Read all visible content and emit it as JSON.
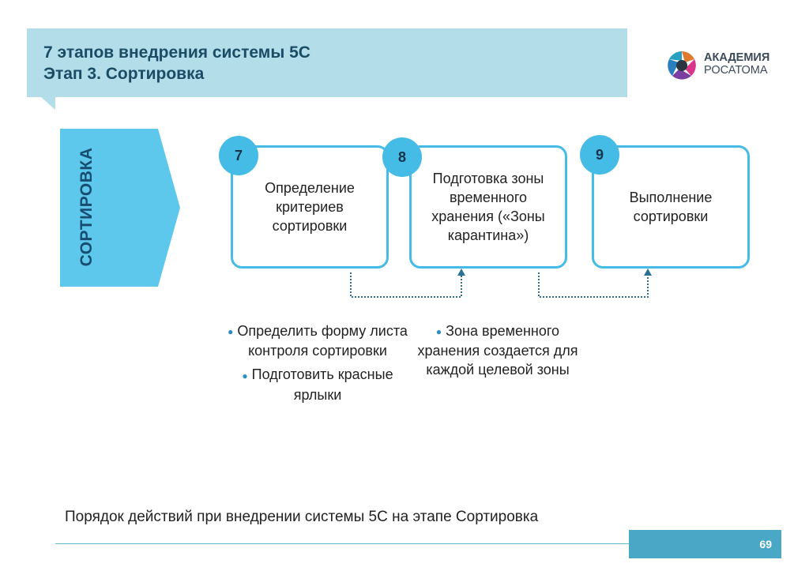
{
  "header": {
    "title_line1": "7 этапов внедрения системы 5С",
    "title_line2": "Этап 3. Сортировка"
  },
  "logo": {
    "line1": "АКАДЕМИЯ",
    "line2": "РОСАТОМА"
  },
  "side": {
    "label": "СОРТИРОВКА"
  },
  "steps": [
    {
      "number": "7",
      "text": "Определение критериев сортировки"
    },
    {
      "number": "8",
      "text": "Подготовка зоны временного хранения («Зоны карантина»)"
    },
    {
      "number": "9",
      "text": "Выполнение сортировки"
    }
  ],
  "bullets": {
    "col1": [
      "Определить форму листа контроля сортировки",
      "Подготовить красные ярлыки"
    ],
    "col2": [
      "Зона временного хранения создается для каждой целевой зоны"
    ]
  },
  "footer": {
    "caption": "Порядок действий при внедрении системы 5С на этапе Сортировка",
    "page": "69"
  },
  "colors": {
    "accent": "#45bce5",
    "band": "#b3dde9",
    "side": "#5ec8ec",
    "dark": "#174d70"
  }
}
